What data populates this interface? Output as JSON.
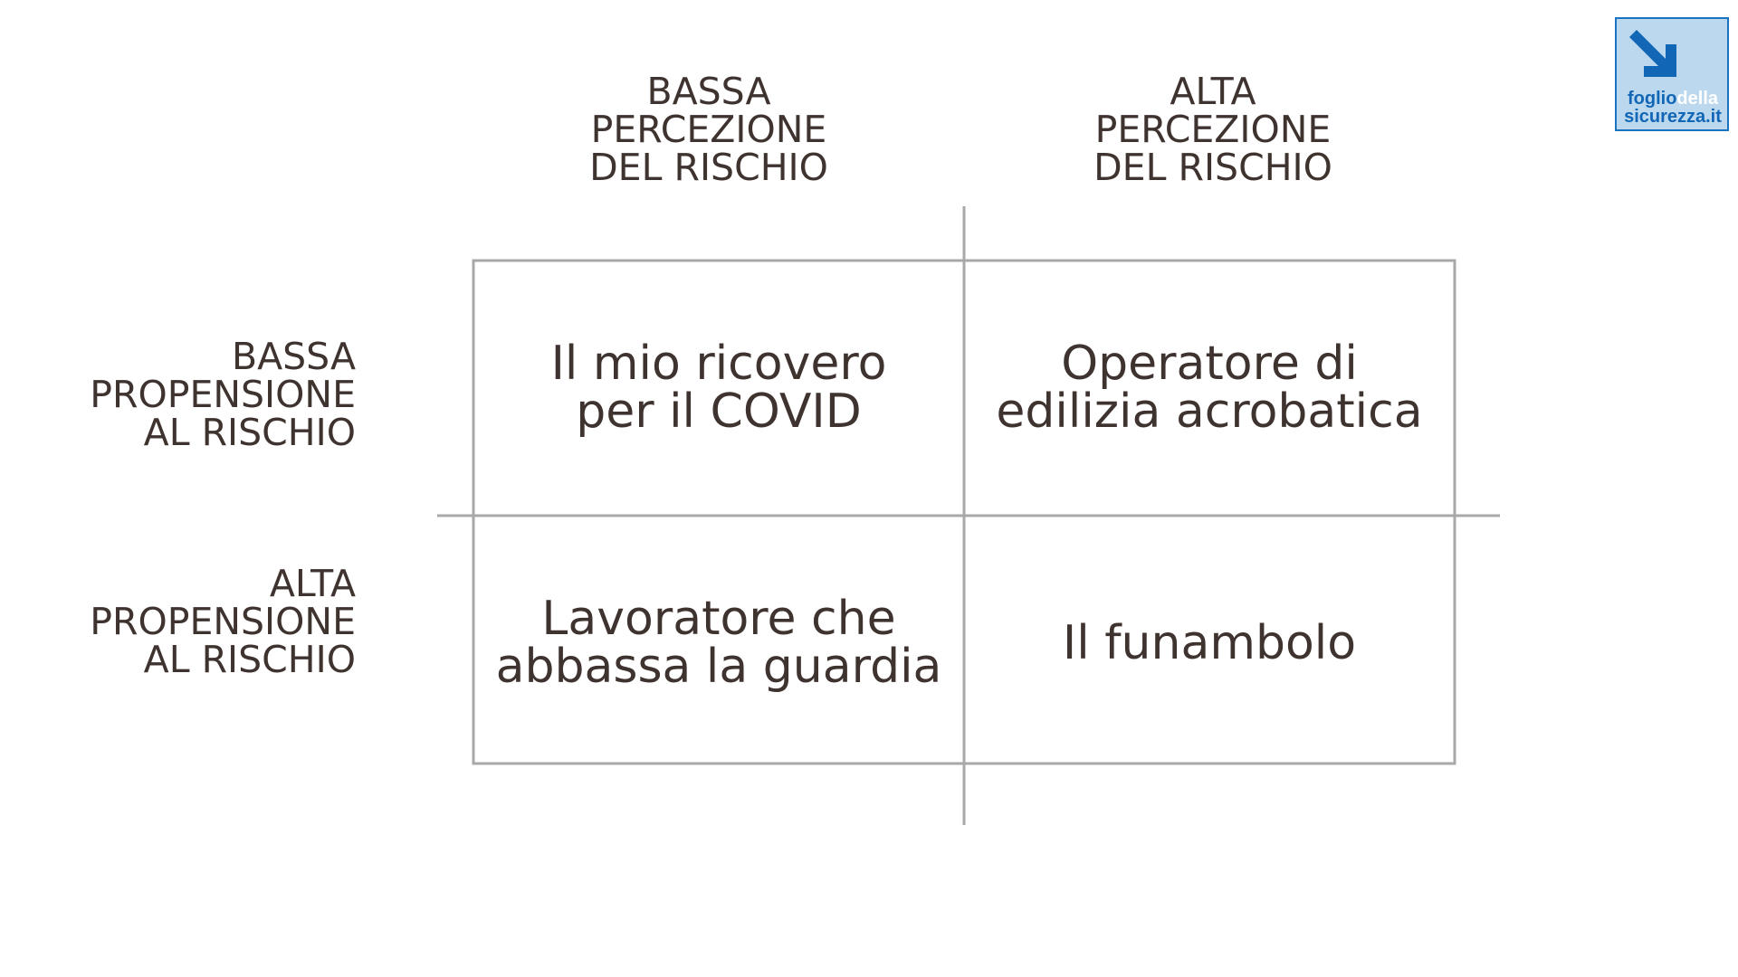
{
  "columns": [
    {
      "lines": [
        "BASSA",
        "PERCEZIONE",
        "DEL RISCHIO"
      ]
    },
    {
      "lines": [
        "ALTA",
        "PERCEZIONE",
        "DEL RISCHIO"
      ]
    }
  ],
  "rows": [
    {
      "lines": [
        "BASSA",
        "PROPENSIONE",
        "AL RISCHIO"
      ]
    },
    {
      "lines": [
        "ALTA",
        "PROPENSIONE",
        "AL RISCHIO"
      ]
    }
  ],
  "cells": [
    [
      {
        "lines": [
          "Il mio ricovero",
          "per il COVID"
        ]
      },
      {
        "lines": [
          "Operatore di",
          "edilizia acrobatica"
        ]
      }
    ],
    [
      {
        "lines": [
          "Lavoratore che",
          "abbassa la guardia"
        ]
      },
      {
        "lines": [
          "Il funambolo"
        ]
      }
    ]
  ],
  "logo": {
    "line1_dark": "foglio",
    "line1_light": "della",
    "line2": "sicurezza.it",
    "icon": "arrow-down-right-icon"
  },
  "colors": {
    "text": "#3f3330",
    "grid": "#a8a8a8",
    "logo_blue": "#1166b5",
    "logo_bg": "#bcd8ef"
  }
}
